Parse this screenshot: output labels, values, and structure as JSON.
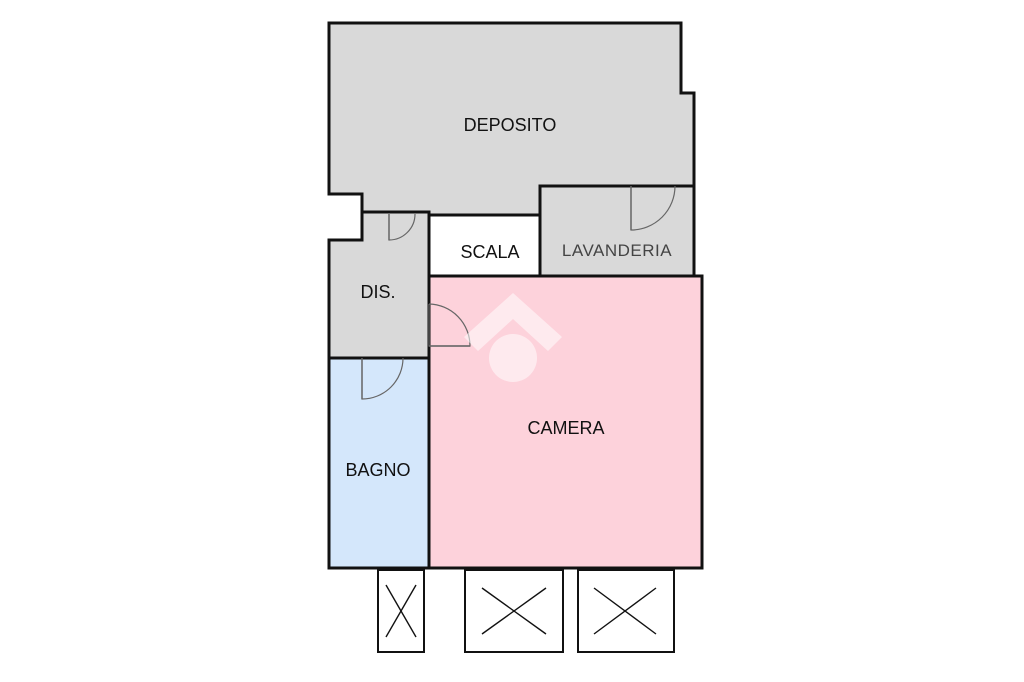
{
  "colors": {
    "service": "#d9d9d9",
    "bathroom": "#d4e7fb",
    "bedroom": "#fdd2db",
    "stairs": "#ffffff",
    "wall": "#111111",
    "watermark": "#ffffff"
  },
  "rooms": {
    "deposito": "DEPOSITO",
    "scala": "SCALA",
    "lavanderia": "LAVANDERIA",
    "dis": "DIS.",
    "camera": "CAMERA",
    "bagno": "BAGNO"
  },
  "watermark_icon": "house-logo-icon"
}
